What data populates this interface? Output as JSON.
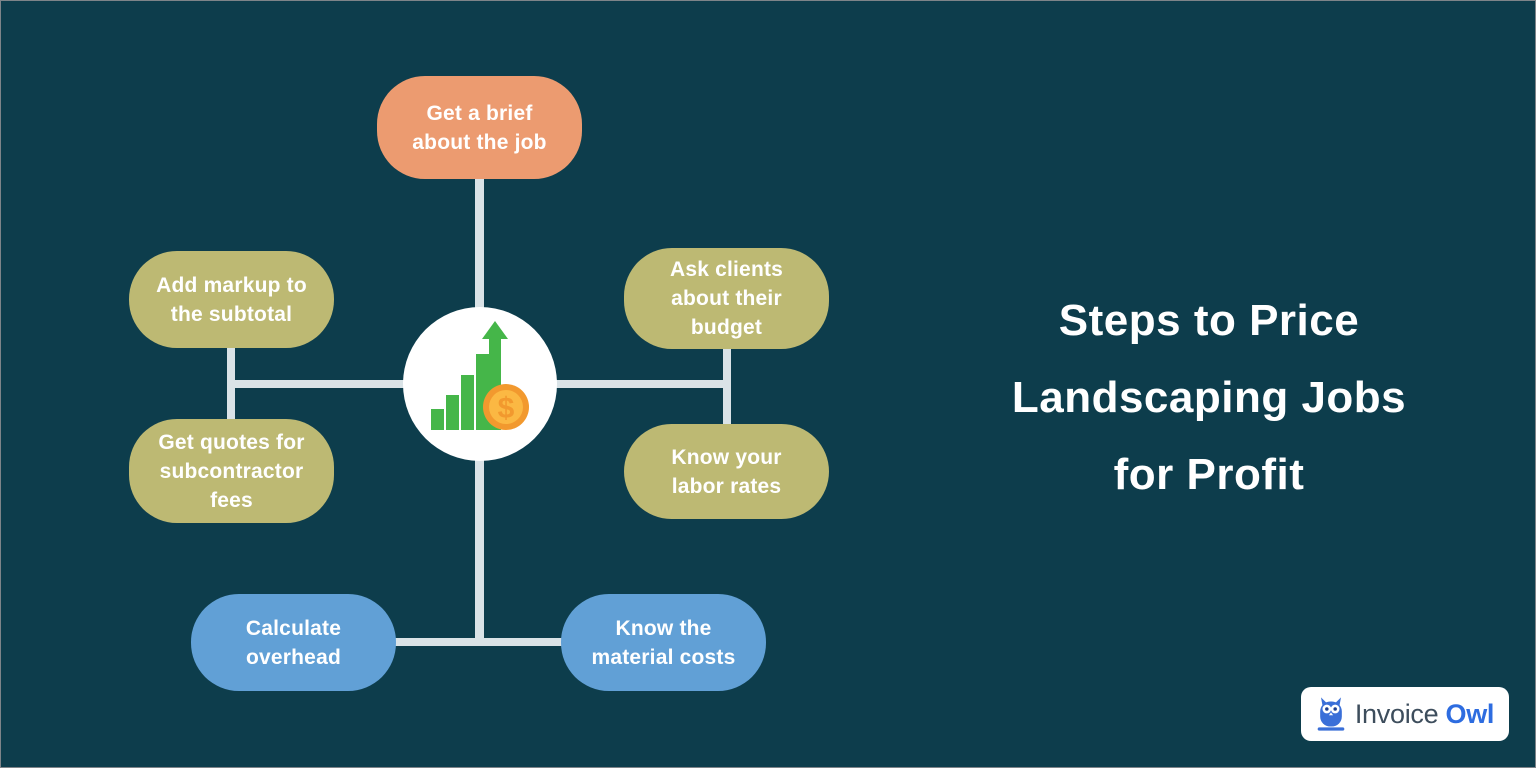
{
  "background_color": "#0d3d4c",
  "title": {
    "lines": [
      "Steps to Price",
      "Landscaping Jobs",
      "for Profit"
    ],
    "color": "#ffffff"
  },
  "diagram": {
    "connector_color": "#dae3e7",
    "center_icon": {
      "name": "profit-growth-icon",
      "description": "white circle with green bar chart, rising green arrow and dollar coin",
      "dollar_symbol": "$",
      "circle_color": "#ffffff",
      "bar_color": "#45b649",
      "coin_outer_color": "#f2992e",
      "coin_inner_color": "#fbb843"
    },
    "steps": [
      {
        "id": "get-brief",
        "text": "Get a brief about the job",
        "lines": [
          "Get a brief",
          "about the job"
        ],
        "color": "#ec9b70"
      },
      {
        "id": "add-markup",
        "text": "Add markup to the subtotal",
        "lines": [
          "Add markup to",
          "the subtotal"
        ],
        "color": "#bdb973"
      },
      {
        "id": "ask-clients",
        "text": "Ask clients about their budget",
        "lines": [
          "Ask clients",
          "about their",
          "budget"
        ],
        "color": "#bdb973"
      },
      {
        "id": "get-quotes",
        "text": "Get quotes for subcontractor fees",
        "lines": [
          "Get quotes for",
          "subcontractor",
          "fees"
        ],
        "color": "#bdb973"
      },
      {
        "id": "know-labor",
        "text": "Know your labor rates",
        "lines": [
          "Know your",
          "labor rates"
        ],
        "color": "#bdb973"
      },
      {
        "id": "calculate-overhead",
        "text": "Calculate overhead",
        "lines": [
          "Calculate",
          "overhead"
        ],
        "color": "#61a0d6"
      },
      {
        "id": "know-materials",
        "text": "Know the material costs",
        "lines": [
          "Know the",
          "material costs"
        ],
        "color": "#61a0d6"
      }
    ]
  },
  "logo": {
    "icon": "owl-icon",
    "brand_part1": "Invoice",
    "brand_part2": "Owl",
    "part1_color": "#3d4d5c",
    "part2_color": "#2d6ce0",
    "box_color": "#ffffff"
  }
}
